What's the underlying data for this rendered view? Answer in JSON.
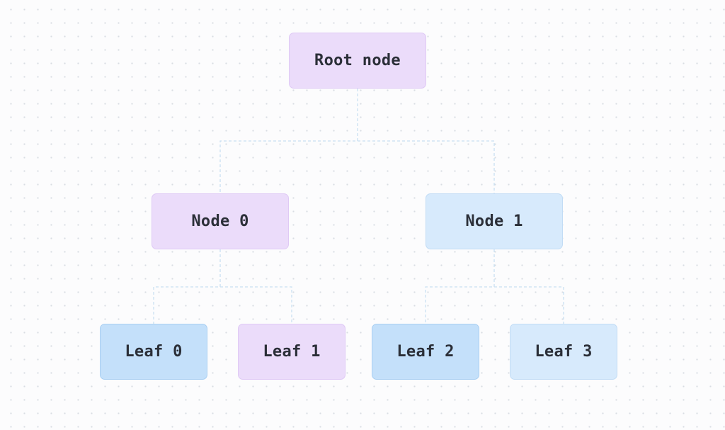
{
  "diagram": {
    "type": "tree",
    "root": {
      "label": "Root node",
      "color": "#ebdcfa"
    },
    "nodes": [
      {
        "label": "Node 0",
        "color": "#ebdcfa"
      },
      {
        "label": "Node 1",
        "color": "#d7eafc"
      }
    ],
    "leaves": [
      {
        "label": "Leaf 0",
        "color": "#c4e0fa"
      },
      {
        "label": "Leaf 1",
        "color": "#ebdcfa"
      },
      {
        "label": "Leaf 2",
        "color": "#c4e0fa"
      },
      {
        "label": "Leaf 3",
        "color": "#d7eafc"
      }
    ],
    "edges": [
      [
        "Root node",
        "Node 0"
      ],
      [
        "Root node",
        "Node 1"
      ],
      [
        "Node 0",
        "Leaf 0"
      ],
      [
        "Node 0",
        "Leaf 1"
      ],
      [
        "Node 1",
        "Leaf 2"
      ],
      [
        "Node 1",
        "Leaf 3"
      ]
    ],
    "connector_color": "#c9e0f2"
  }
}
